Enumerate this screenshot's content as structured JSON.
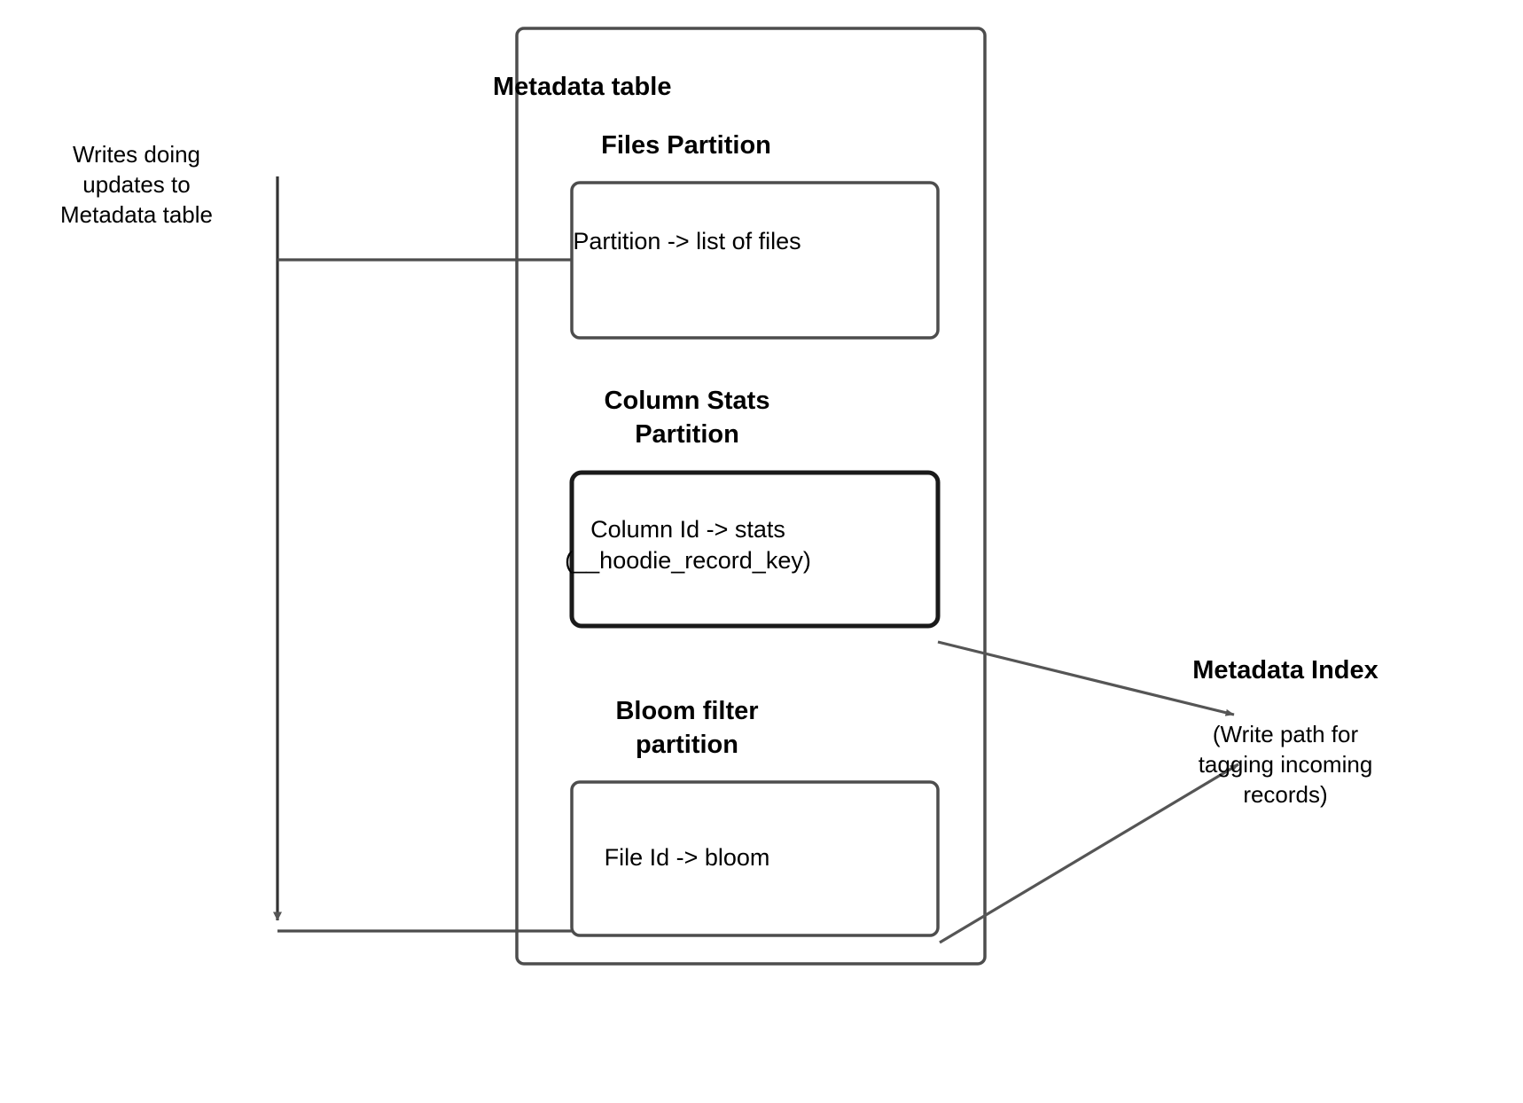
{
  "diagram": {
    "title": "Hudi Metadata table partitions and metadata index write path",
    "colors": {
      "stroke": "#4d4d4d",
      "stroke_strong": "#1a1a1a",
      "arrow_fill": "#555555",
      "text": "#000000",
      "background": "#ffffff"
    },
    "left_note": {
      "label": "Writes doing\nupdates to\nMetadata table"
    },
    "container": {
      "label": "Metadata table"
    },
    "partitions": [
      {
        "id": "files",
        "heading": "Files Partition",
        "box_text": "Partition -> list of files"
      },
      {
        "id": "column-stats",
        "heading": "Column Stats\nPartition",
        "box_text": "Column Id  -> stats\n(__hoodie_record_key)"
      },
      {
        "id": "bloom-filter",
        "heading": "Bloom filter\npartition",
        "box_text": "File Id -> bloom"
      }
    ],
    "index": {
      "title": "Metadata Index",
      "caption": "(Write path for\ntagging incoming\nrecords)"
    }
  }
}
